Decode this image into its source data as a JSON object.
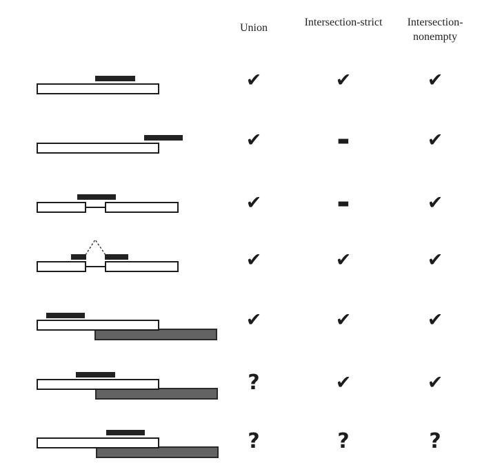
{
  "columns": [
    {
      "label": "Union"
    },
    {
      "label": "Intersection-strict"
    },
    {
      "label": "Intersection-nonempty"
    }
  ],
  "rows": [
    {
      "scenario": "read-inside-single-feature",
      "marks": [
        {
          "kind": "check",
          "glyph": "✔"
        },
        {
          "kind": "check",
          "glyph": "✔"
        },
        {
          "kind": "check",
          "glyph": "✔"
        }
      ]
    },
    {
      "scenario": "read-overhangs-feature-end",
      "marks": [
        {
          "kind": "check",
          "glyph": "✔"
        },
        {
          "kind": "dash",
          "glyph": "▬"
        },
        {
          "kind": "check",
          "glyph": "✔"
        }
      ]
    },
    {
      "scenario": "contiguous-read-spans-gap-between-two-exons",
      "marks": [
        {
          "kind": "check",
          "glyph": "✔"
        },
        {
          "kind": "dash",
          "glyph": "▬"
        },
        {
          "kind": "check",
          "glyph": "✔"
        }
      ]
    },
    {
      "scenario": "spliced-read-across-two-exons",
      "marks": [
        {
          "kind": "check",
          "glyph": "✔"
        },
        {
          "kind": "check",
          "glyph": "✔"
        },
        {
          "kind": "check",
          "glyph": "✔"
        }
      ]
    },
    {
      "scenario": "read-in-first-of-two-overlapping-features",
      "marks": [
        {
          "kind": "check",
          "glyph": "✔"
        },
        {
          "kind": "check",
          "glyph": "✔"
        },
        {
          "kind": "check",
          "glyph": "✔"
        }
      ]
    },
    {
      "scenario": "read-partially-over-overlap-of-two-features",
      "marks": [
        {
          "kind": "question",
          "glyph": "?"
        },
        {
          "kind": "check",
          "glyph": "✔"
        },
        {
          "kind": "check",
          "glyph": "✔"
        }
      ]
    },
    {
      "scenario": "read-inside-overlap-of-two-features",
      "marks": [
        {
          "kind": "question",
          "glyph": "?"
        },
        {
          "kind": "question",
          "glyph": "?"
        },
        {
          "kind": "question",
          "glyph": "?"
        }
      ]
    }
  ],
  "colors": {
    "ink": "#1f1f1f",
    "read_fill": "#222222",
    "feature_fill": "#ffffff",
    "feature_border": "#1c1c1c",
    "overlap_feature_fill": "#636363",
    "overlap_feature_border": "#2a2a2a"
  }
}
